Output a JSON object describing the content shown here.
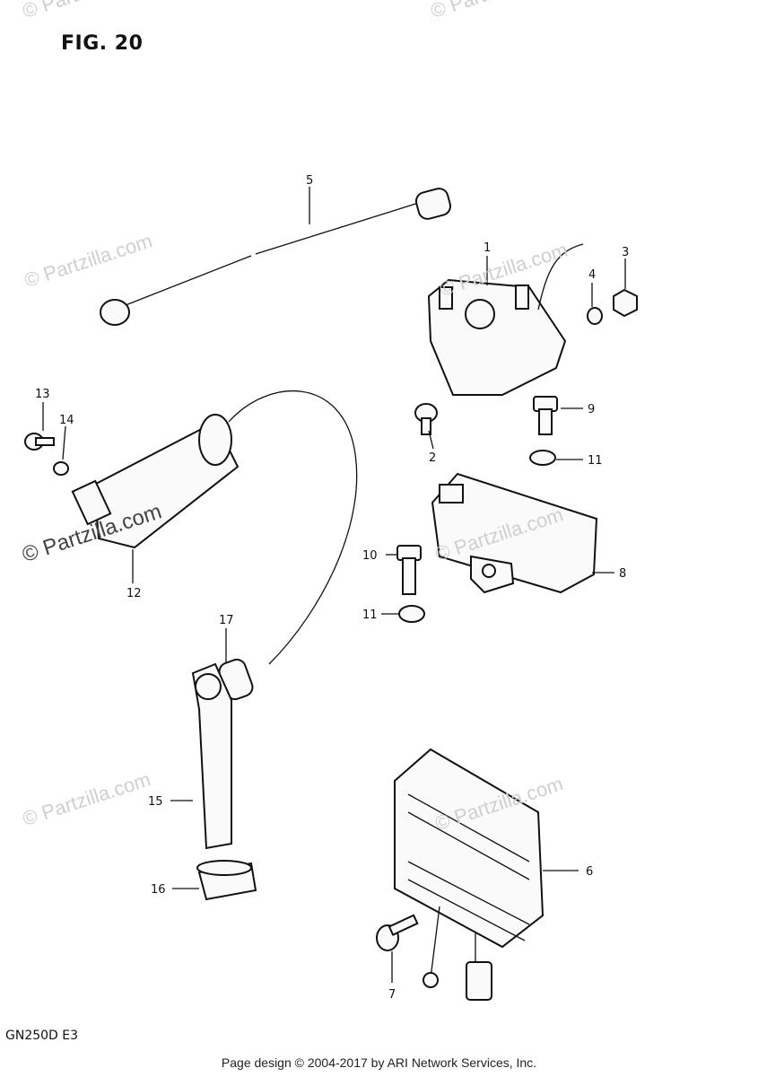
{
  "figure": {
    "title": "FIG. 20",
    "model": "GN250D E3"
  },
  "footer": "Page design © 2004-2017 by ARI Network Services, Inc.",
  "watermark": "© Partzilla.com",
  "callouts": [
    "1",
    "2",
    "3",
    "4",
    "5",
    "6",
    "7",
    "8",
    "9",
    "10",
    "11",
    "11",
    "12",
    "13",
    "14",
    "15",
    "16",
    "17"
  ],
  "colors": {
    "ink": "#111111",
    "watermark": "#cfcfcf"
  }
}
